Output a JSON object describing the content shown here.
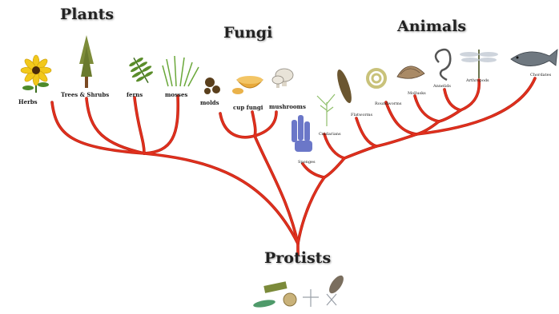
{
  "groups": {
    "plants": "Plants",
    "fungi": "Fungi",
    "animals": "Animals",
    "protists": "Protists"
  },
  "leaves": {
    "herbs": "Herbs",
    "trees": "Trees & Shrubs",
    "ferns": "ferns",
    "mosses": "mosses",
    "molds": "molds",
    "cup_fungi": "cup fungi",
    "mushrooms": "mushrooms",
    "sponges": "Sponges",
    "cnidarians": "Cnidarians",
    "flatworms": "Flatworms",
    "roundworms": "Roundworms",
    "mollusks": "Mollusks",
    "annelids": "Annelids",
    "arthropods": "Arthropods",
    "chordates": "Chordates"
  },
  "colors": {
    "branch": "#e0301e",
    "branch_dark": "#b81f10"
  }
}
